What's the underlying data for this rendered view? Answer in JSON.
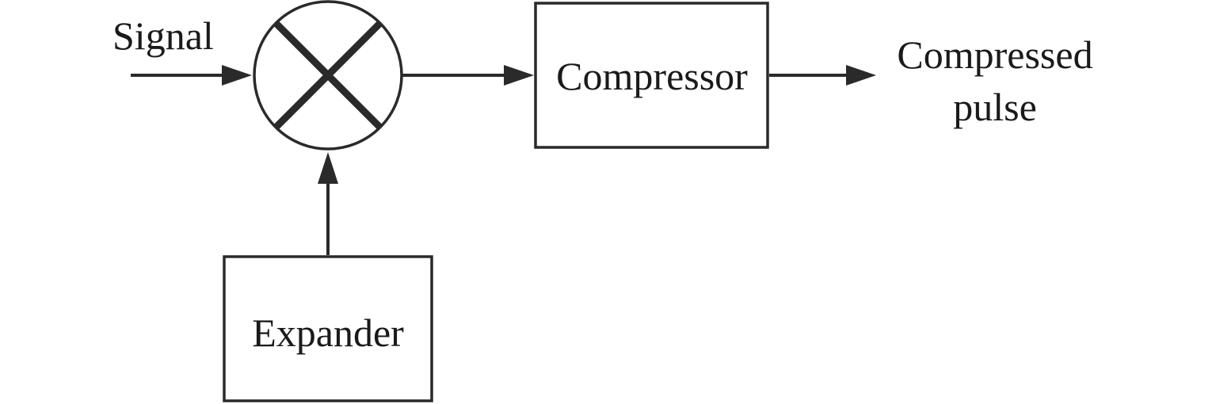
{
  "diagram": {
    "input_label": "Signal",
    "mixer_icon": "multiplier-circle-icon",
    "compressor_label": "Compressor",
    "expander_label": "Expander",
    "output_label_line1": "Compressed",
    "output_label_line2": "pulse"
  },
  "colors": {
    "line": "#2a2a2a",
    "text": "#1a1a1a",
    "background": "#ffffff"
  }
}
